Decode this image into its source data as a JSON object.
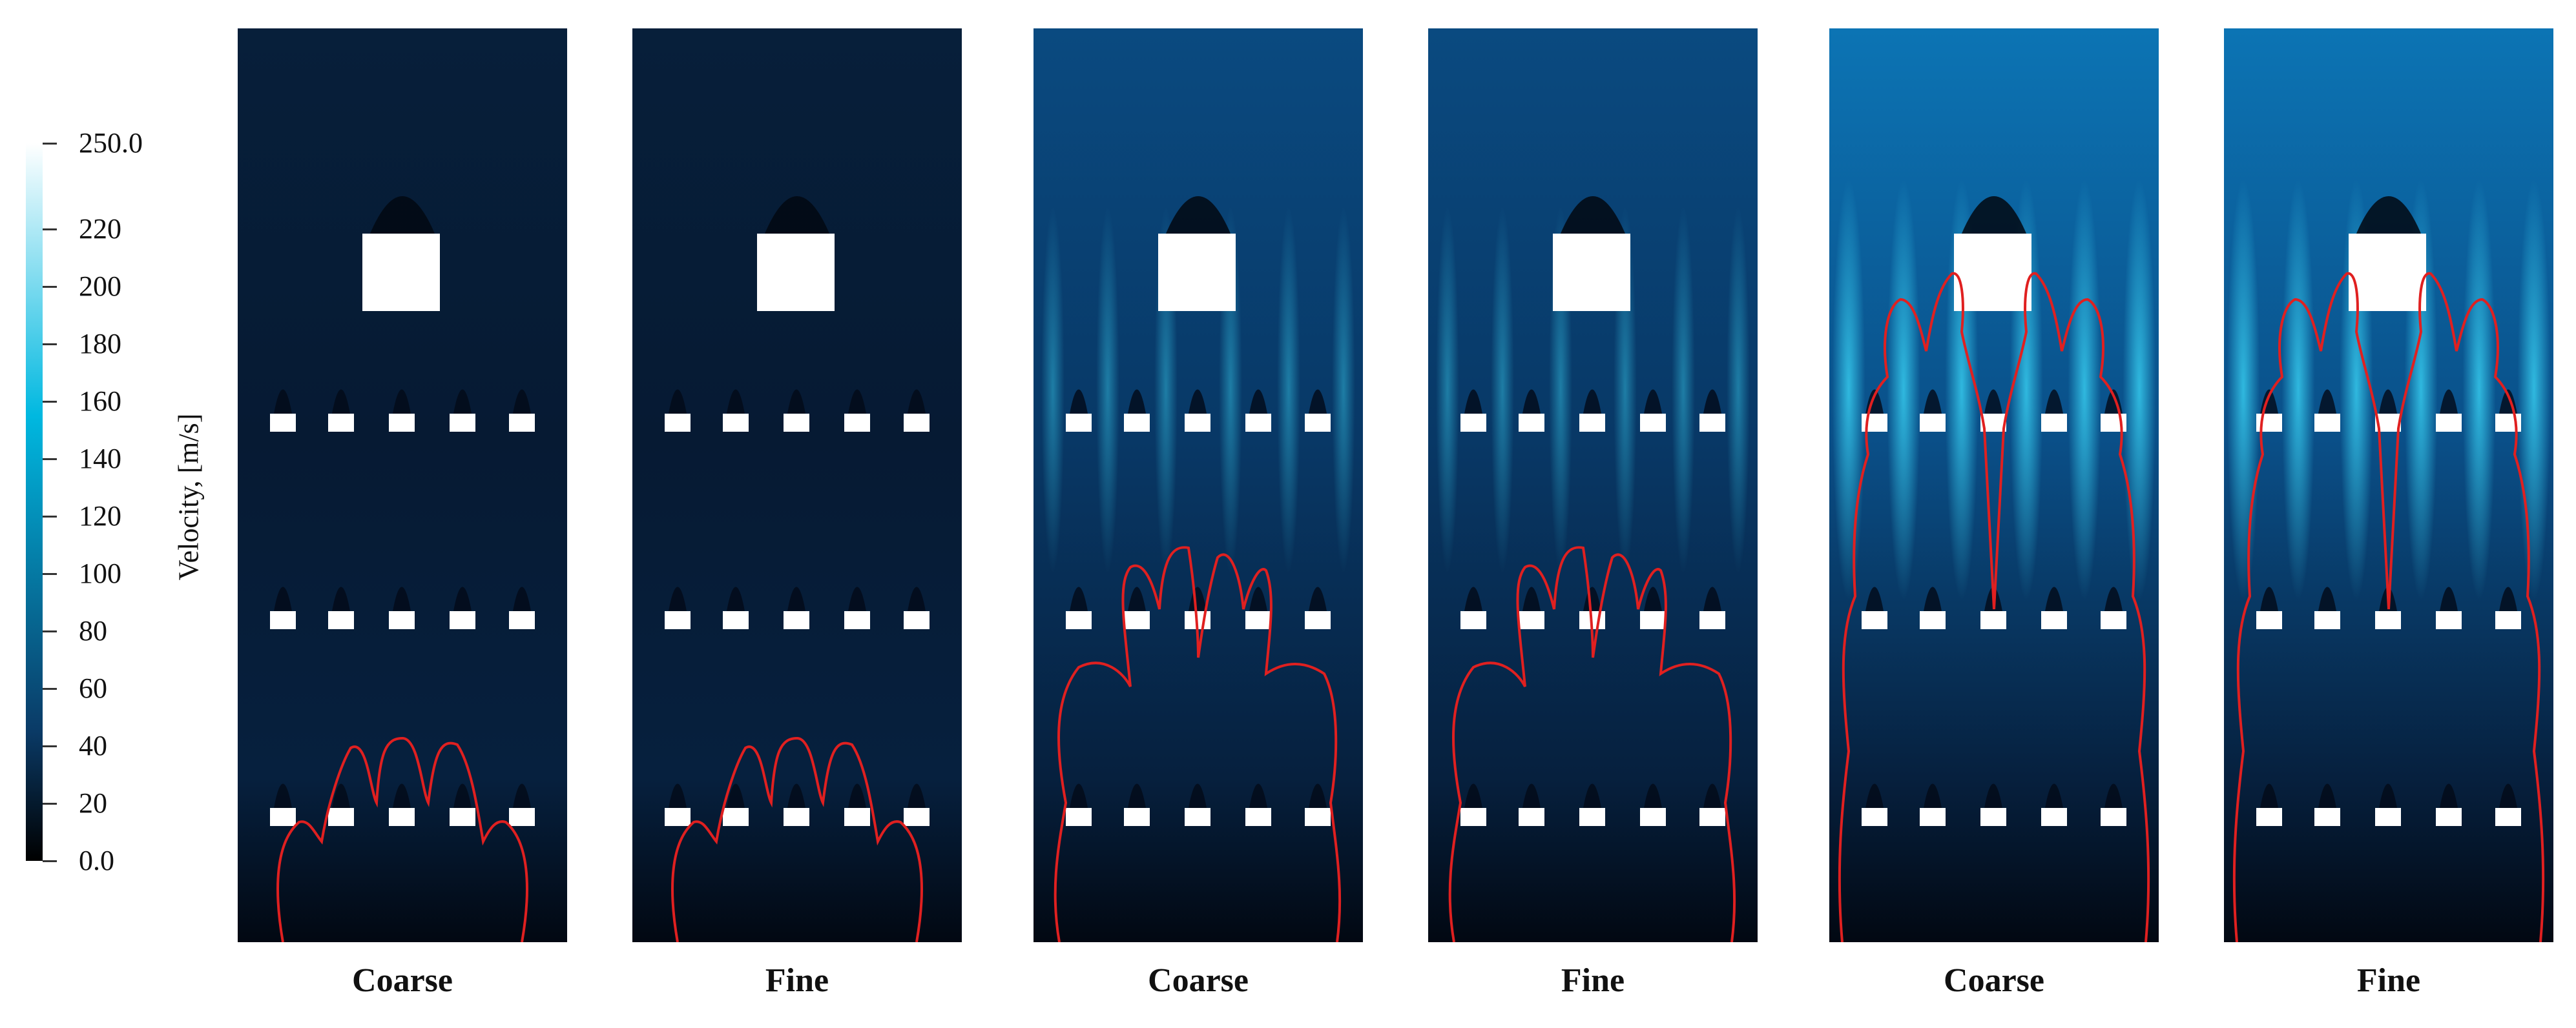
{
  "colorbar": {
    "title": "Velocity, [m/s]",
    "min": 0.0,
    "max": 250.0,
    "ticks": [
      {
        "value": 250,
        "label": "250.0"
      },
      {
        "value": 220,
        "label": "220"
      },
      {
        "value": 200,
        "label": "200"
      },
      {
        "value": 180,
        "label": "180"
      },
      {
        "value": 160,
        "label": "160"
      },
      {
        "value": 140,
        "label": "140"
      },
      {
        "value": 120,
        "label": "120"
      },
      {
        "value": 100,
        "label": "100"
      },
      {
        "value": 80,
        "label": "80"
      },
      {
        "value": 60,
        "label": "60"
      },
      {
        "value": 40,
        "label": "40"
      },
      {
        "value": 20,
        "label": "20"
      },
      {
        "value": 0,
        "label": "0.0"
      }
    ],
    "colors": {
      "low": "#000000",
      "mid": "#0a3a66",
      "high": "#00b8e0",
      "top": "#ffffff"
    }
  },
  "panels": [
    {
      "label": "Coarse",
      "intensity": 0.15
    },
    {
      "label": "Fine",
      "intensity": 0.15
    },
    {
      "label": "Coarse",
      "intensity": 0.45
    },
    {
      "label": "Fine",
      "intensity": 0.45
    },
    {
      "label": "Coarse",
      "intensity": 0.8
    },
    {
      "label": "Fine",
      "intensity": 0.8
    }
  ],
  "colors": {
    "front": "#e02020",
    "obstacle": "#ffffff"
  }
}
